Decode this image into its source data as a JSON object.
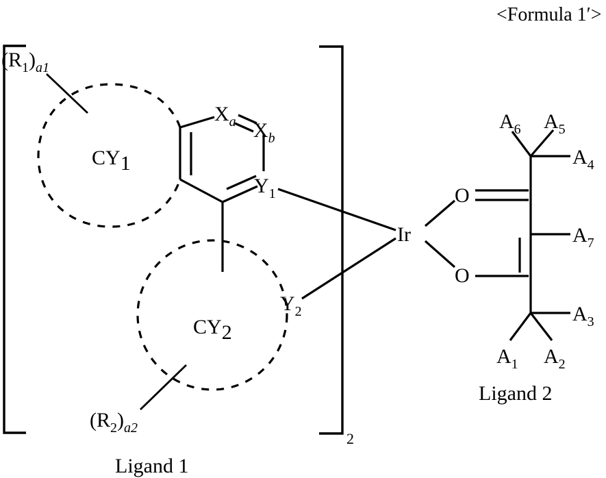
{
  "figure": {
    "title": "<Formula 1′>",
    "captions": {
      "ligand1": "Ligand 1",
      "ligand2": "Ligand 2"
    },
    "bracket_subscript": "2",
    "metal": "Ir"
  },
  "ligand1": {
    "rings": [
      {
        "name": "CY",
        "sub": "1"
      },
      {
        "name": "CY",
        "sub": "2"
      }
    ],
    "substituents": [
      {
        "base": "(R",
        "base_sub": "1",
        "close": ")",
        "count": "a1"
      },
      {
        "base": "(R",
        "base_sub": "2",
        "close": ")",
        "count": "a2"
      }
    ],
    "ring_atoms": [
      {
        "symbol": "X",
        "sub": "a",
        "italic_sub": true
      },
      {
        "symbol": "X",
        "sub": "b",
        "italic_sub": true
      },
      {
        "symbol": "Y",
        "sub": "1",
        "italic_sub": false
      },
      {
        "symbol": "Y",
        "sub": "2",
        "italic_sub": false
      }
    ]
  },
  "ligand2": {
    "oxygens": [
      {
        "symbol": "O"
      },
      {
        "symbol": "O"
      }
    ],
    "groups": [
      {
        "symbol": "A",
        "sub": "1"
      },
      {
        "symbol": "A",
        "sub": "2"
      },
      {
        "symbol": "A",
        "sub": "3"
      },
      {
        "symbol": "A",
        "sub": "4"
      },
      {
        "symbol": "A",
        "sub": "5"
      },
      {
        "symbol": "A",
        "sub": "6"
      },
      {
        "symbol": "A",
        "sub": "7"
      }
    ]
  },
  "chart_data": {
    "type": "diagram",
    "title": "<Formula 1′>",
    "description": "Iridium complex chemical structure: bidentate cyclometalating Ligand 1 (CY1-CY2 fused ring system with Xa=Xb, Y1, Y2 donor atoms and (R1)a1 / (R2)a2 substituents) shown in square brackets with subscript 2, coordinated to Ir, plus Ligand 2 (a beta-diketonate with two O donors, A1-A7 substituents).",
    "nodes": [
      "CY1",
      "CY2",
      "Xa",
      "Xb",
      "Y1",
      "Y2",
      "Ir",
      "O",
      "O",
      "A1",
      "A2",
      "A3",
      "A4",
      "A5",
      "A6",
      "A7",
      "(R1)a1",
      "(R2)a2"
    ]
  }
}
